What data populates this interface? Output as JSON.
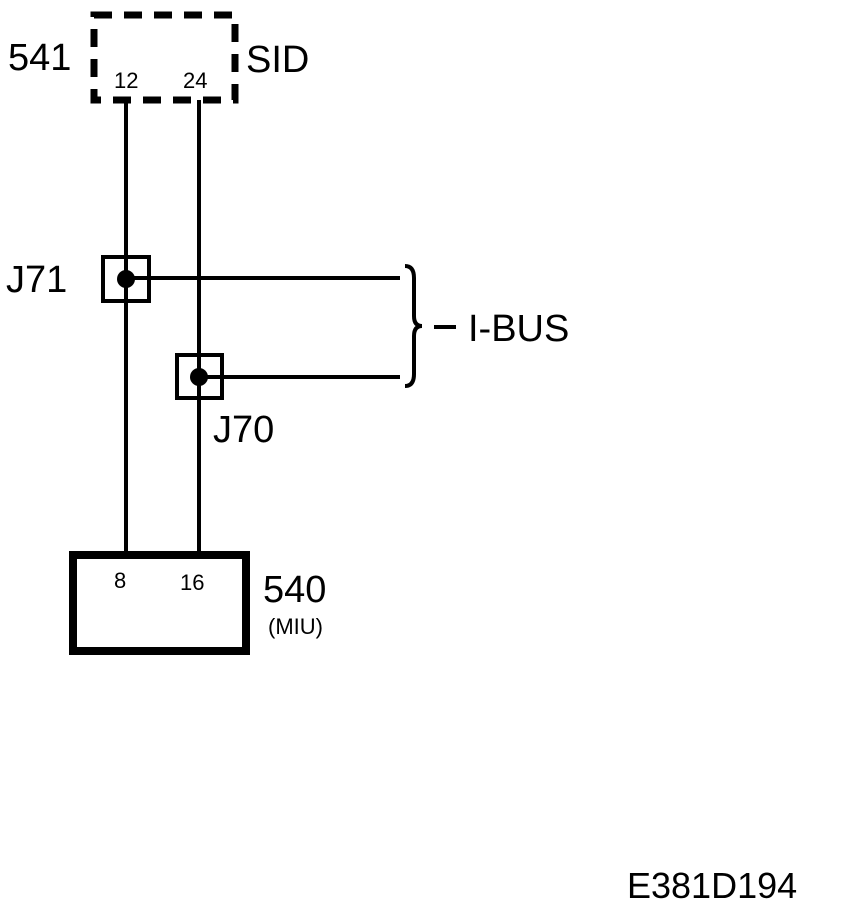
{
  "sid_module": {
    "id": "541",
    "name": "SID",
    "pins": [
      "12",
      "24"
    ]
  },
  "miu_module": {
    "id": "540",
    "name": "(MIU)",
    "pins": [
      "8",
      "16"
    ]
  },
  "junctions": {
    "j71": "J71",
    "j70": "J70"
  },
  "bus_label": "I-BUS",
  "figure_code": "E381D194"
}
